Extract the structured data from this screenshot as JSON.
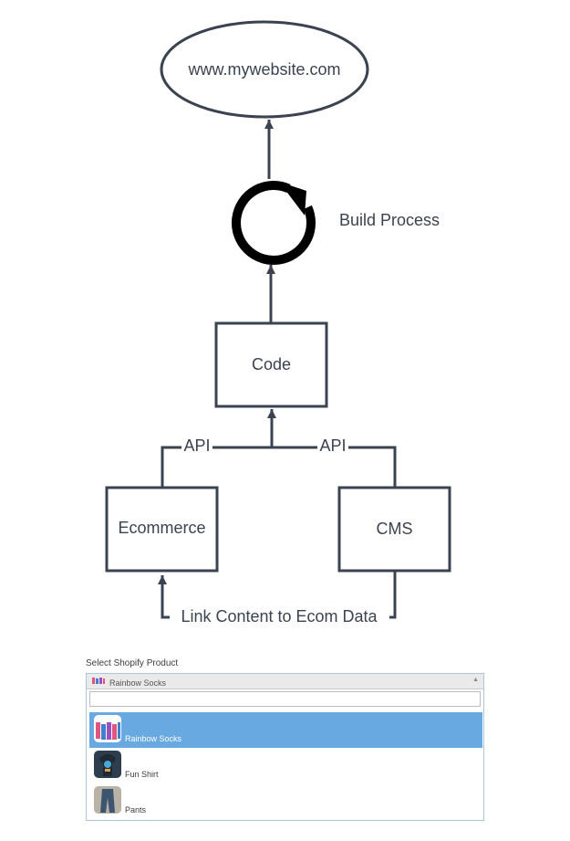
{
  "diagram": {
    "website_label": "www.mywebsite.com",
    "build_process_label": "Build Process",
    "code_label": "Code",
    "ecommerce_label": "Ecommerce",
    "cms_label": "CMS",
    "api_left_label": "API",
    "api_right_label": "API",
    "link_label": "Link Content to Ecom Data",
    "colors": {
      "stroke": "#3b4350",
      "text": "#3b4350",
      "icon": "#000000"
    },
    "icon": "refresh-icon"
  },
  "picker": {
    "label": "Select Shopify Product",
    "selected_value": "Rainbow Socks",
    "search_value": "",
    "options": [
      {
        "label": "Rainbow Socks",
        "icon": "rainbow-socks-thumbnail",
        "active": true
      },
      {
        "label": "Fun Shirt",
        "icon": "fun-shirt-thumbnail",
        "active": false
      },
      {
        "label": "Pants",
        "icon": "pants-thumbnail",
        "active": false
      }
    ],
    "colors": {
      "active_bg": "#67a9e0",
      "border": "#a9c6e3"
    }
  }
}
